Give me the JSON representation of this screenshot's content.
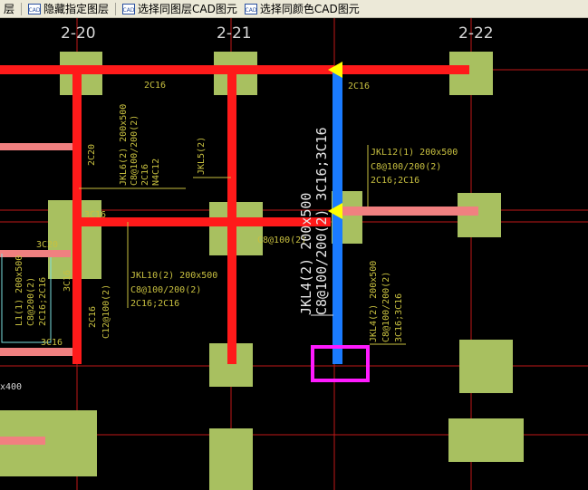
{
  "toolbar": {
    "partial_label": "层",
    "hide_layer_label": "隐藏指定图层",
    "select_same_layer_label": "选择同图层CAD图元",
    "select_same_color_label": "选择同颜色CAD图元",
    "cad_icon_text": "CAD"
  },
  "axes": {
    "a1": "2-20",
    "a2": "2-21",
    "a3": "2-22"
  },
  "labels": {
    "top_2c16_a": "2C16",
    "top_2c16_b": "2C16",
    "jkl6_line1": "JKL6(2) 200x500",
    "jkl6_line2": "C8@100/200(2)",
    "jkl6_line3": "2C16",
    "jkl6_line4": "N4C12",
    "mark_2c20": "2C20",
    "jkl5": "JKL5(2)",
    "jkl12_line1": "JKL12(1) 200x500",
    "jkl12_line2": "C8@100/200(2)",
    "jkl12_line3": "2C16;2C16",
    "mark_3c16_a": "3C16",
    "mark_c8_100_2": "C8@100(2)",
    "mark_3c20": "3C20",
    "jkl4_big_line1": "JKL4(2) 200x500",
    "jkl4_big_line2": "C8@100/200(2) 3C16;3C16",
    "jkl10_line1": "JKL10(2) 200x500",
    "jkl10_line2": "C8@100/200(2)",
    "jkl10_line3": "2C16;2C16",
    "l1_line1": "L1(1) 200x500",
    "l1_line2": "C8@200(2)",
    "l1_line3": "2C16;2C16",
    "mark_3c16_b": "3C16",
    "mark_2c16_c": "2C16",
    "mark_c12": "C12@100(2)",
    "jkl4_small_line1": "JKL4(2) 200x500",
    "jkl4_small_line2": "C8@100/200(2)",
    "jkl4_small_line3": "3C16;3C16",
    "mark_3c16_c": "3C16",
    "left_x400": "x400"
  },
  "colors": {
    "beam_red": "#ff1a1a",
    "beam_selected_blue": "#1a7bff",
    "column_fill": "#a8c060",
    "highlight_magenta": "#ff1aff",
    "arrow_yellow": "#ffff00",
    "text_yellow": "#c8c040"
  },
  "icons": {
    "cad_layer": "cad-layer-icon",
    "cad_color": "cad-color-icon"
  }
}
